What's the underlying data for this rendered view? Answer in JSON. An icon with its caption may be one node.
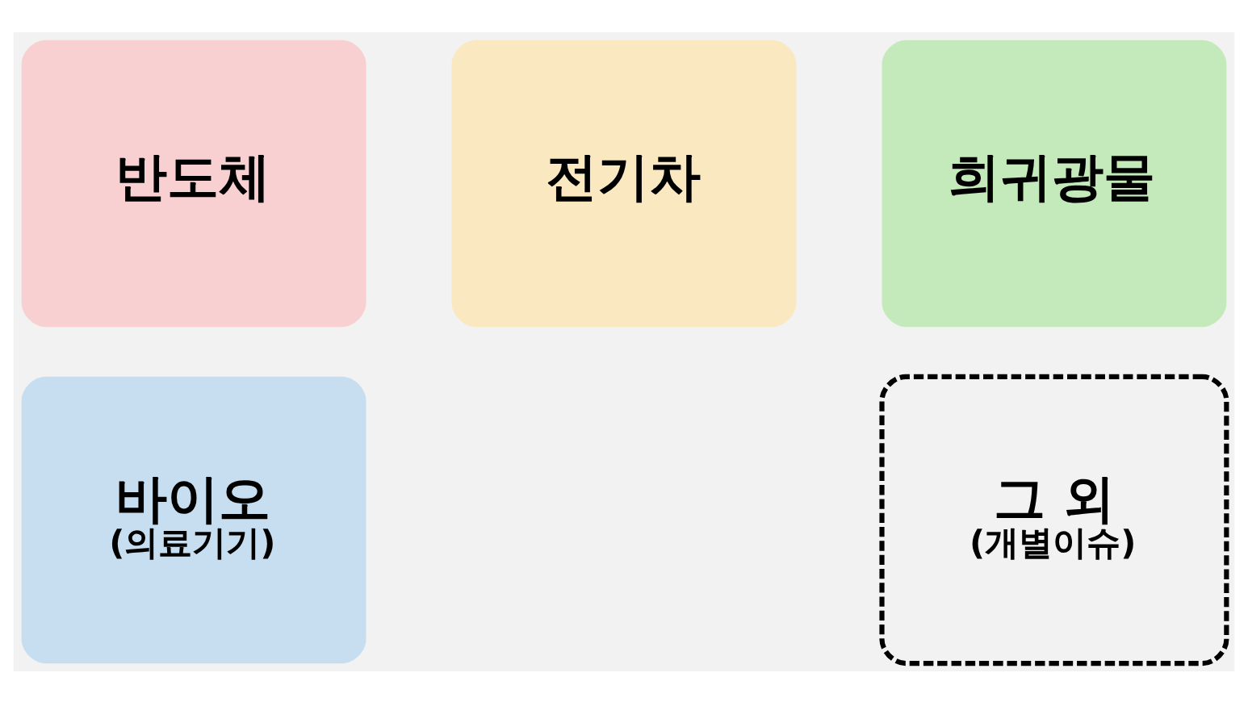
{
  "diagram": {
    "nodes": [
      {
        "text": [
          "반도체"
        ]
      },
      {
        "text": [
          "전기차"
        ]
      },
      {
        "text": [
          "희귀광물"
        ]
      },
      {
        "text": [
          "바이오",
          "(의료기기)"
        ]
      },
      {
        "text": [
          "그 외",
          "(개별이슈)"
        ]
      }
    ],
    "edges": []
  }
}
